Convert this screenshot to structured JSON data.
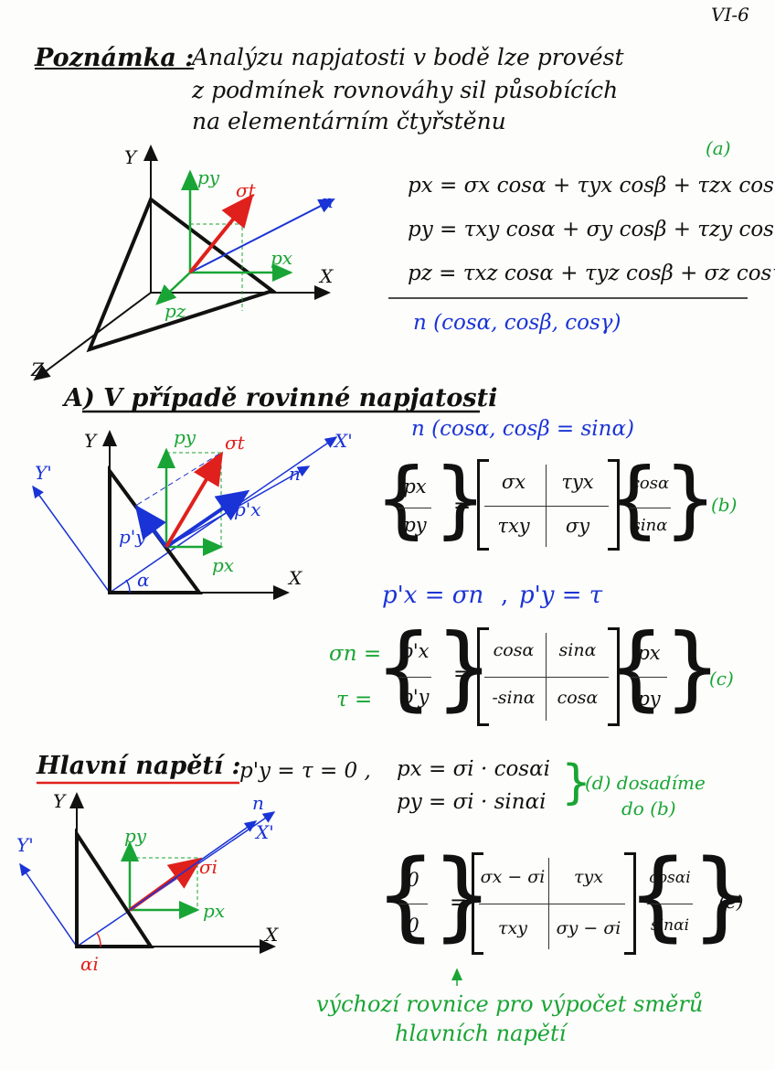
{
  "page_label": "VI-6",
  "note": {
    "heading": "Poznámka :",
    "line1": "Analýzu napjatosti v bodě lze provést",
    "line2": "z podmínek rovnováhy sil působících",
    "line3": "na elementárním čtyřstěnu"
  },
  "fig_a": {
    "axis_y": "Y",
    "axis_x": "X",
    "axis_z": "Z",
    "py": "py",
    "px": "px",
    "pz": "pz",
    "sigma_t": "σt",
    "n": "n"
  },
  "eq_a": {
    "tag": "(a)",
    "row1": "px = σx cosα + τyx cosβ + τzx cosγ",
    "row2": "py = τxy cosα + σy cosβ + τzy cosγ",
    "row3": "pz = τxz cosα + τyz cosβ + σz cosγ",
    "normal": "n (cosα, cosβ, cosγ)"
  },
  "section_a": {
    "heading": "A) V případě rovinné napjatosti",
    "normal": "n (cosα, cosβ = sinα)"
  },
  "fig_b": {
    "axis_y": "Y",
    "axis_x": "X",
    "axis_y1": "Y'",
    "axis_x1": "X'",
    "py": "py",
    "px": "px",
    "py1": "p'y",
    "px1": "p'x",
    "sigma_t": "σt",
    "n": "n",
    "alpha": "α"
  },
  "eq_b": {
    "tag": "(b)",
    "lhs1": "px",
    "lhs2": "py",
    "m11": "σx",
    "m12": "τyx",
    "m21": "τxy",
    "m22": "σy",
    "r1": "cosα",
    "r2": "sinα"
  },
  "eq_mid": {
    "left": "p'x = σn",
    "right": "p'y = τ"
  },
  "eq_c": {
    "tag": "(c)",
    "lab1": "σn =",
    "lab2": "τ =",
    "lhs1": "p'x",
    "lhs2": "p'y",
    "m11": "cosα",
    "m12": "sinα",
    "m21": "-sinα",
    "m22": "cosα",
    "r1": "px",
    "r2": "py"
  },
  "principal": {
    "heading": "Hlavní napětí :",
    "cond": "p'y = τ = 0 ,",
    "eq1": "px = σi · cosαi",
    "eq2": "py = σi · sinαi",
    "tag": "(d) dosadíme",
    "tag2": "do (b)"
  },
  "fig_d": {
    "axis_y": "Y",
    "axis_x": "X",
    "axis_y1": "Y'",
    "axis_x1": "X'",
    "py": "py",
    "px": "px",
    "sigma_i": "σi",
    "n": "n",
    "alpha_i": "αi"
  },
  "eq_e": {
    "tag": "(e)",
    "lhs1": "0",
    "lhs2": "0",
    "m11": "σx − σi",
    "m12": "τyx",
    "m21": "τxy",
    "m22": "σy − σi",
    "r1": "cosαi",
    "r2": "sinαi"
  },
  "footnote": {
    "line1": "výchozí rovnice pro výpočet směrů",
    "line2": "hlavních napětí"
  },
  "colors": {
    "red": "#e0201c",
    "blue": "#1a33d6",
    "green": "#19a535",
    "ink": "#111111"
  }
}
